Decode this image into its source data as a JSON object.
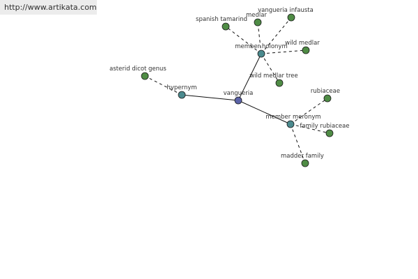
{
  "header": {
    "url": "http://www.artikata.com"
  },
  "graph": {
    "center": {
      "id": "vangueria",
      "label": "vangueria"
    },
    "relations": [
      {
        "id": "member-holonym",
        "label": "member holonym"
      },
      {
        "id": "hypernym",
        "label": "hypernym"
      },
      {
        "id": "member-meronym",
        "label": "member meronym"
      }
    ],
    "terms": [
      {
        "id": "spanish-tamarind",
        "label": "spanish tamarind",
        "relation": "member-holonym"
      },
      {
        "id": "medlar",
        "label": "medlar",
        "relation": "member-holonym"
      },
      {
        "id": "vangueria-infausta",
        "label": "vangueria infausta",
        "relation": "member-holonym"
      },
      {
        "id": "wild-medlar",
        "label": "wild medlar",
        "relation": "member-holonym"
      },
      {
        "id": "wild-medlar-tree",
        "label": "wild medlar tree",
        "relation": "member-holonym"
      },
      {
        "id": "asterid-dicot-genus",
        "label": "asterid dicot genus",
        "relation": "hypernym"
      },
      {
        "id": "rubiaceae",
        "label": "rubiaceae",
        "relation": "member-meronym"
      },
      {
        "id": "family-rubiaceae",
        "label": "family rubiaceae",
        "relation": "member-meronym"
      },
      {
        "id": "madder-family",
        "label": "madder family",
        "relation": "member-meronym"
      }
    ]
  },
  "colors": {
    "center_node": "#5b63a8",
    "relation_node": "#4b8a8e",
    "term_node": "#4f8c45",
    "edge": "#111111"
  }
}
